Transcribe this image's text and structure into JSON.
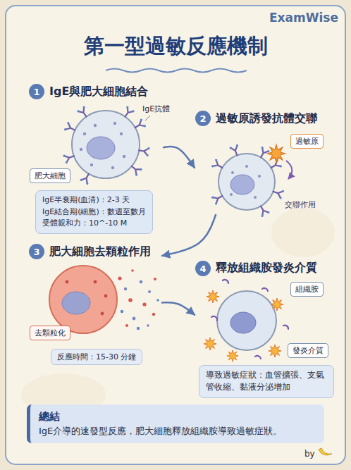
{
  "diagram": {
    "title": "第一型過敏反應機制",
    "nodes": [
      {
        "text": [
          "IgE與肥大細胞結合"
        ]
      },
      {
        "text": [
          "1"
        ],
        "in": 0
      },
      {
        "text": [
          "肥大細胞"
        ],
        "in": 0
      },
      {
        "text": [
          "IgE半衰期(血清)：2-3 天",
          "IgE結合期(細胞)：數週至數月",
          "受體親和力：10^-10 M"
        ],
        "in": 0
      },
      {
        "text": [
          "過敏原誘發抗體交聯"
        ]
      },
      {
        "text": [
          "2"
        ],
        "in": 4
      },
      {
        "text": [
          "過敏原"
        ],
        "in": 4
      },
      {
        "text": [
          "肥大細胞去顆粒作用"
        ]
      },
      {
        "text": [
          "3"
        ],
        "in": 7
      },
      {
        "text": [
          "去顆粒化"
        ],
        "in": 7
      },
      {
        "text": [
          "反應時間：15-30 分鐘"
        ],
        "in": 7
      },
      {
        "text": [
          "釋放組織胺發炎介質"
        ]
      },
      {
        "text": [
          "4"
        ],
        "in": 11
      },
      {
        "text": [
          "組織胺"
        ],
        "in": 11
      },
      {
        "text": [
          "發炎介質"
        ],
        "in": 11
      },
      {
        "text": [
          "導致過敏症狀：血管擴張、支氣管收縮、黏液分泌增加"
        ],
        "in": 11
      },
      {
        "text": [
          "總結",
          "IgE介導的速發型反應，肥大細胞釋放組織胺導致過敏症狀。"
        ]
      }
    ],
    "edges": [
      {
        "from": 0,
        "to": 4,
        "arrow": "to"
      },
      {
        "from": 4,
        "to": 7,
        "arrow": "to"
      },
      {
        "from": 7,
        "to": 11,
        "arrow": "to"
      }
    ],
    "labels": [
      "ExamWise",
      "IgE抗體",
      "交聯作用",
      "by"
    ]
  }
}
